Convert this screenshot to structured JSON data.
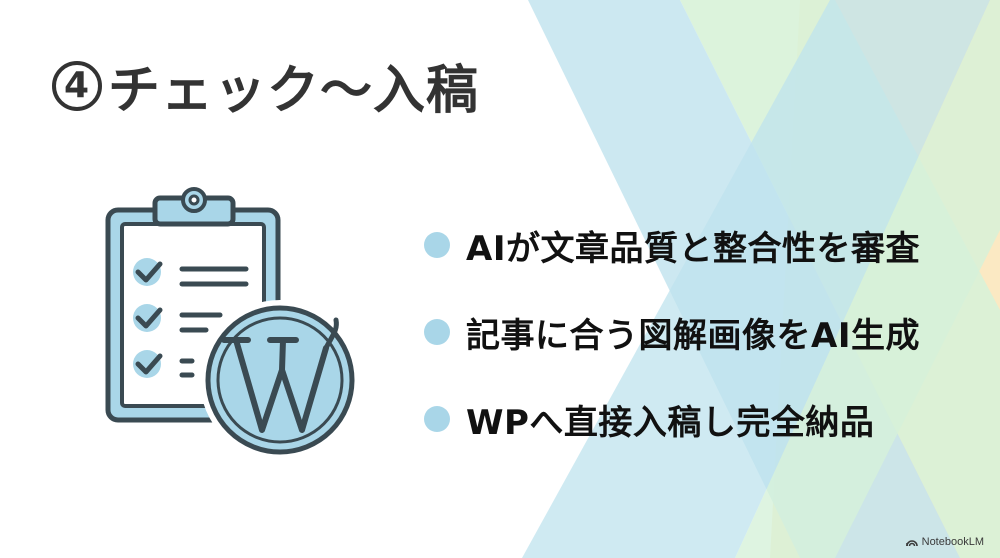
{
  "slide": {
    "title": {
      "number": "4",
      "text": "チェック〜入稿"
    },
    "bullets": [
      {
        "text": "AIが文章品質と整合性を審査"
      },
      {
        "text": "記事に合う図解画像をAI生成"
      },
      {
        "text": "WPへ直接入稿し完全納品"
      }
    ],
    "illustration": {
      "icon": "clipboard-checklist-with-wordpress-logo",
      "checklist_items": 3
    }
  },
  "footer": {
    "brand_icon": "notebooklm-icon",
    "brand_label": "NotebookLM"
  },
  "colors": {
    "title_text": "#333333",
    "bullet_text": "#111111",
    "bullet_dot": "#a9d6e8",
    "icon_stroke": "#3a4a52",
    "icon_fill": "#a9d6e8",
    "band_blue": "#c7e6f1",
    "band_green": "#d9f3d9",
    "band_orange": "#fbe8bf"
  }
}
